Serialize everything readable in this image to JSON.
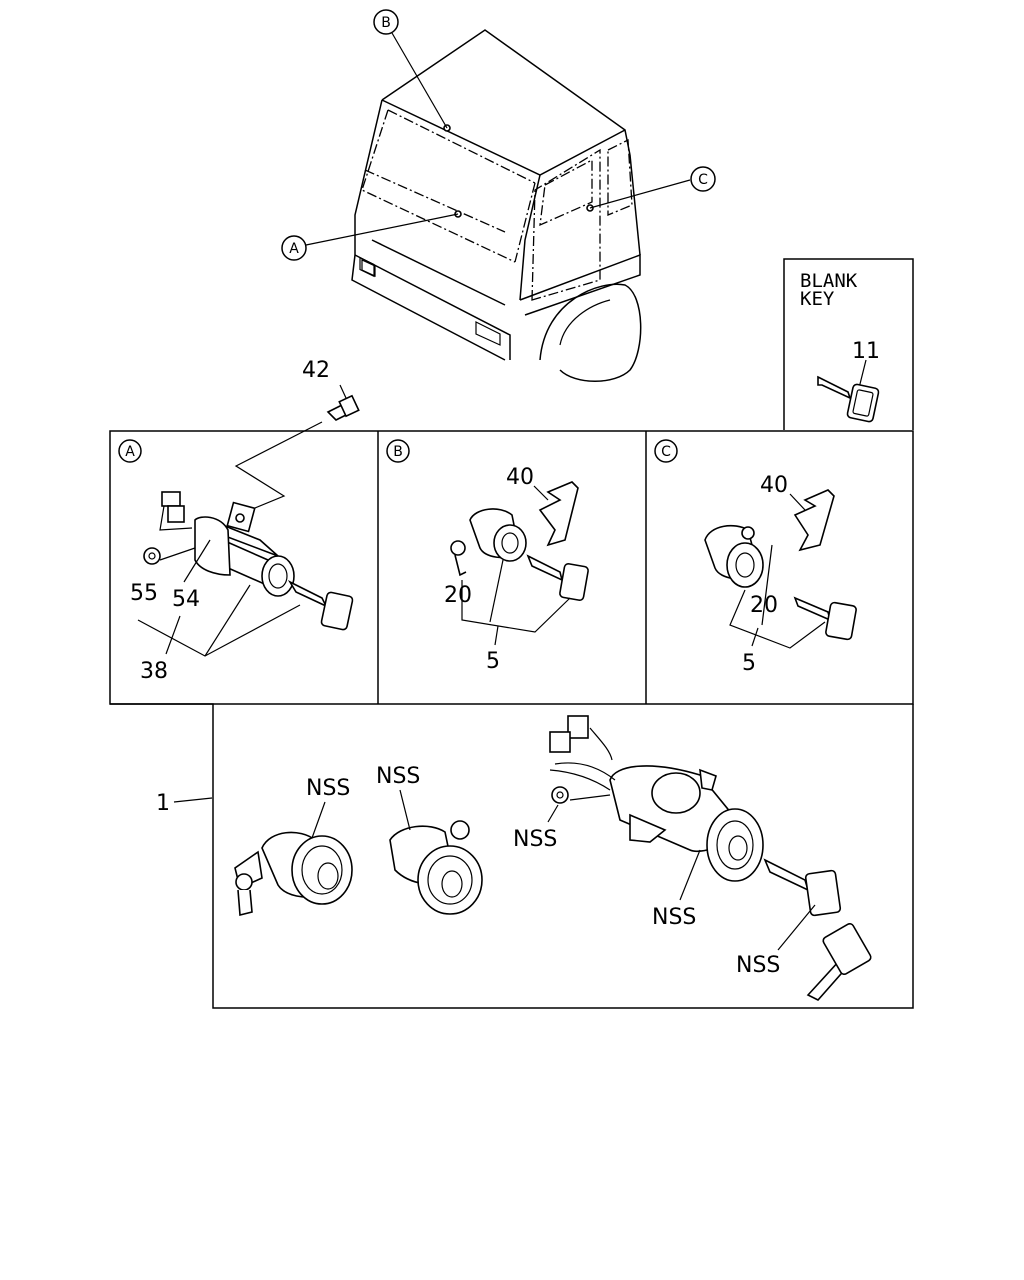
{
  "views": {
    "view_a": "A",
    "view_b": "B",
    "view_c": "C"
  },
  "blank_key_box": {
    "title_line1": "BLANK",
    "title_line2": "KEY",
    "part_no": "11"
  },
  "panel_a": {
    "callout": "A",
    "bolt_part": "42",
    "nut_part": "55",
    "lock_part": "54",
    "assembly_part": "38"
  },
  "panel_b": {
    "callout": "B",
    "clip_part": "40",
    "cylinder_part": "20",
    "set_part": "5"
  },
  "panel_c": {
    "callout": "C",
    "clip_part": "40",
    "cylinder_part": "20",
    "set_part": "5"
  },
  "kit": {
    "part_no": "1",
    "labels": [
      "NSS",
      "NSS",
      "NSS",
      "NSS",
      "NSS"
    ]
  }
}
